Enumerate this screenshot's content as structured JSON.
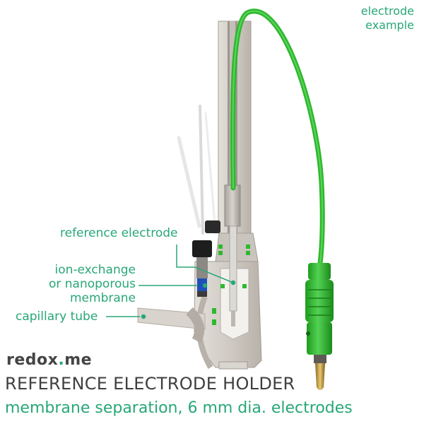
{
  "labels": {
    "electrode_example": [
      "electrode",
      "example"
    ],
    "reference_electrode": "reference electrode",
    "membrane": [
      "ion-exchange",
      "or nanoporous",
      "membrane"
    ],
    "capillary_tube": "capillary tube"
  },
  "brand": {
    "logo_left": "redox",
    "logo_mid": ".",
    "logo_right": "me"
  },
  "title": "REFERENCE ELECTRODE HOLDER",
  "subtitle": "membrane separation, 6 mm dia. electrodes",
  "colors": {
    "accent": "#28a777",
    "cable": "#2eb82e",
    "body": "#d2cdc6",
    "text_dark": "#3f3f3f"
  }
}
